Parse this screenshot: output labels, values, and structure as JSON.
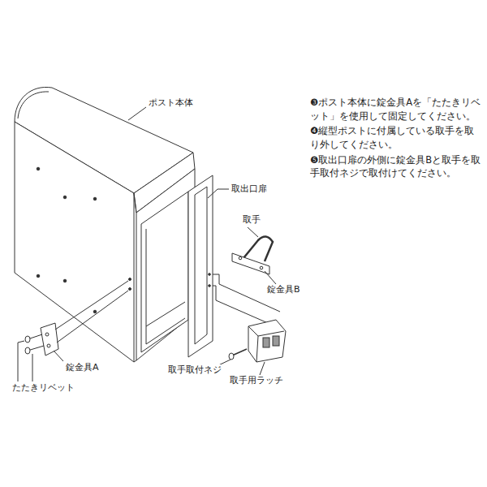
{
  "diagram": {
    "labels": [
      "ポスト本体",
      "取出口扉",
      "取手",
      "錠金具B",
      "錠金具A",
      "たたきリベット",
      "取手取付ネジ",
      "取手用ラッチ",
      "❸ポスト本体に錠金具Aを「たたきリベット」を使用して固定してください。",
      "❹縦型ポストに付属している取手を取り外してください。",
      "❺取出口扉の外側に錠金具Bと取手を取手取付ネジで取付けてください。"
    ]
  }
}
